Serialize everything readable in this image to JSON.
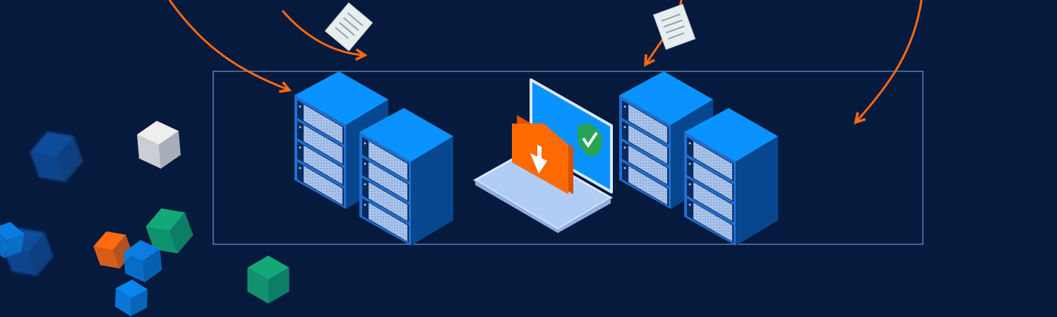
{
  "colors": {
    "background": "#061a3e",
    "frame": "#8fb0e0",
    "arrow": "#ff6a13",
    "rack_top": "#0a93ff",
    "rack_front": "#1f6fd0",
    "rack_side": "#06478f",
    "panel": "#a9c3ea",
    "laptop_screen": "#0a93ff",
    "laptop_base": "#b2cdf5",
    "folder": "#ff6a00",
    "folder_dark": "#d55300",
    "check": "#27a455"
  },
  "icons": [
    "server-rack",
    "laptop",
    "folder-download-icon",
    "shield-check-icon",
    "document-icon",
    "cube"
  ]
}
